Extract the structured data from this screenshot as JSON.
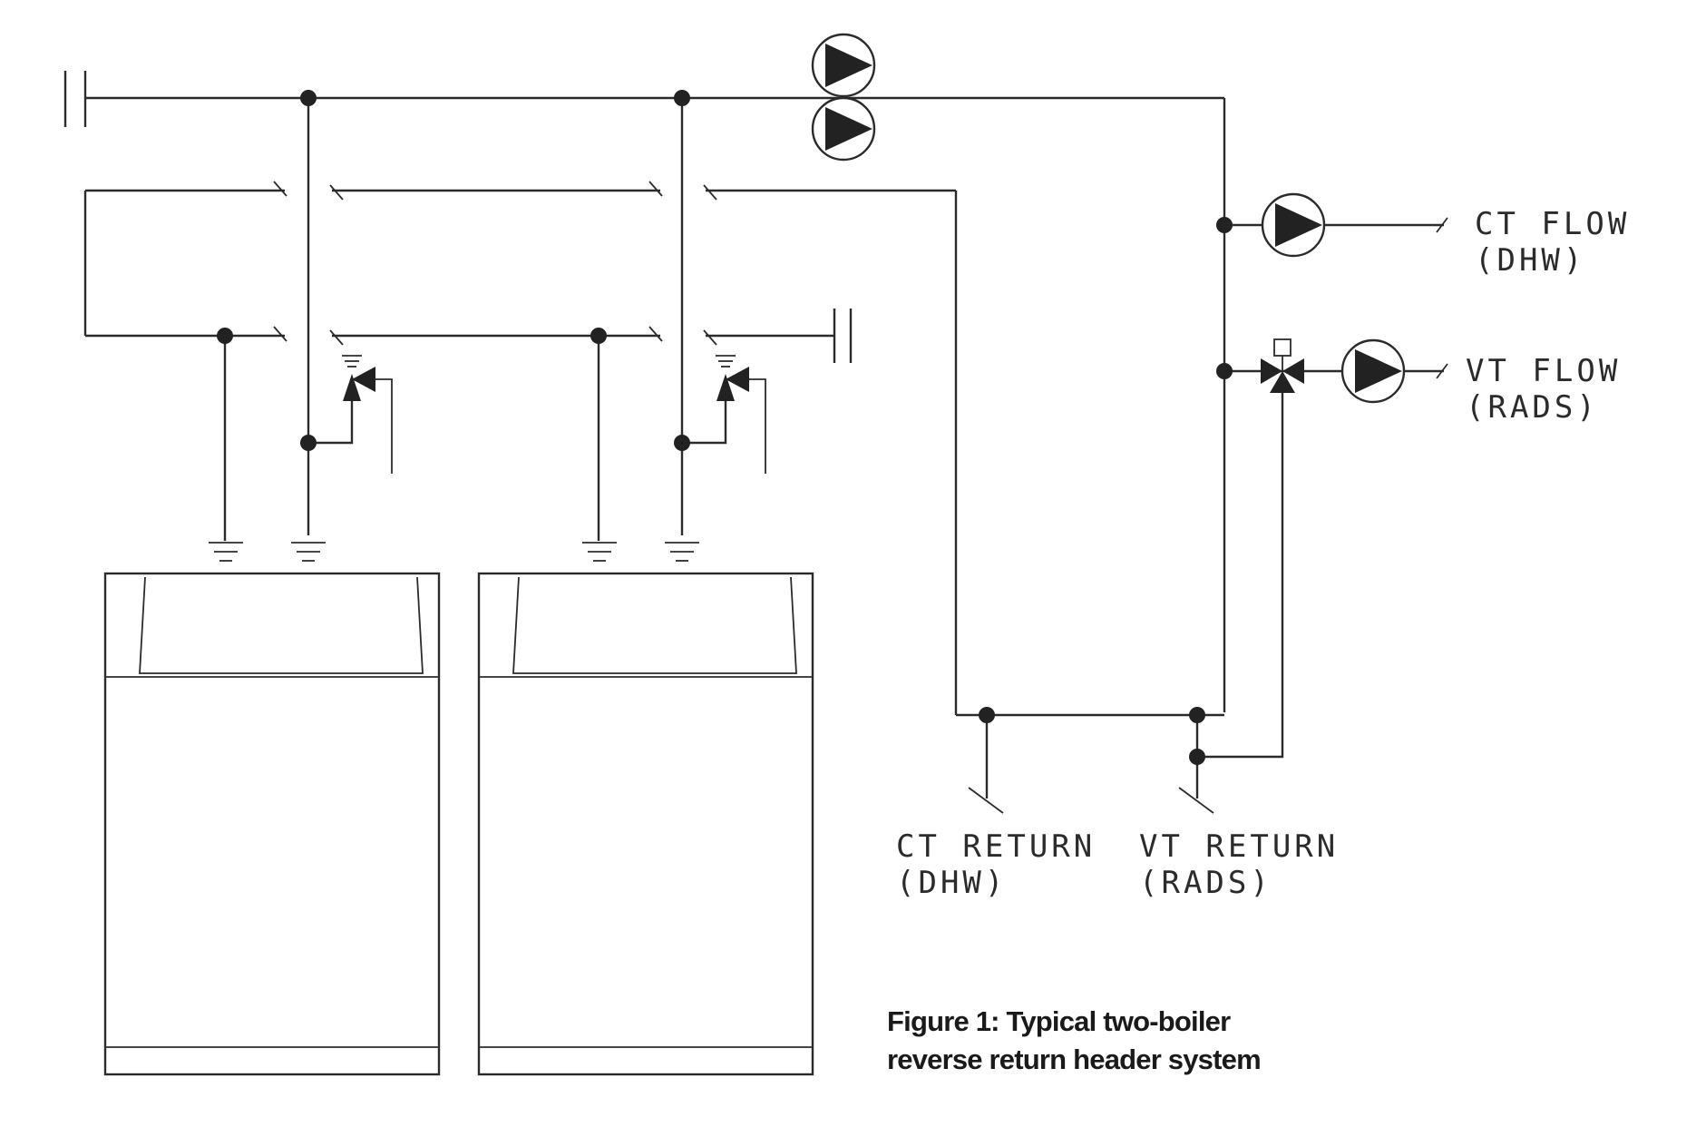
{
  "labels": {
    "ct_flow_line1": "CT FLOW",
    "ct_flow_line2": "(DHW)",
    "vt_flow_line1": "VT FLOW",
    "vt_flow_line2": "(RADS)",
    "ct_return_line1": "CT RETURN",
    "ct_return_line2": "(DHW)",
    "vt_return_line1": "VT RETURN",
    "vt_return_line2": "(RADS)"
  },
  "caption": {
    "line1": "Figure 1: Typical two-boiler",
    "line2": "reverse return header system"
  },
  "colors": {
    "line": "#2b2b2b",
    "background": "#ffffff"
  }
}
